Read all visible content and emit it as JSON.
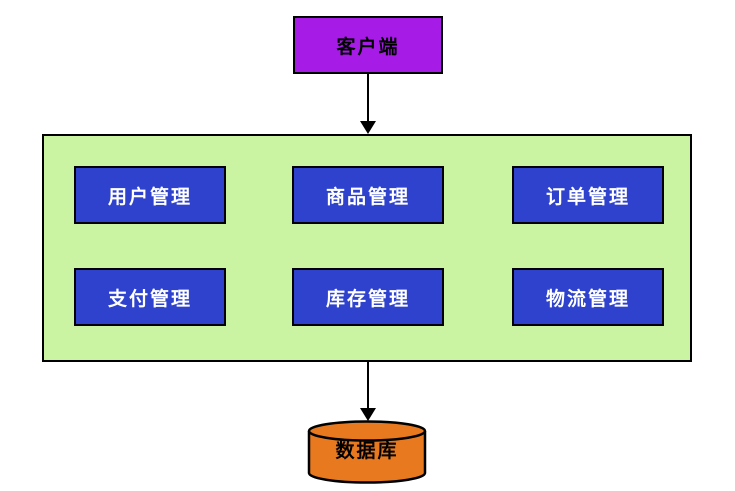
{
  "diagram": {
    "client": {
      "label": "客户端"
    },
    "modules": [
      {
        "label": "用户管理"
      },
      {
        "label": "商品管理"
      },
      {
        "label": "订单管理"
      },
      {
        "label": "支付管理"
      },
      {
        "label": "库存管理"
      },
      {
        "label": "物流管理"
      }
    ],
    "database": {
      "label": "数据库"
    },
    "colors": {
      "client_fill": "#A61CE6",
      "module_fill": "#2E42CE",
      "module_text": "#FFFFFF",
      "container_fill": "#CBF4A2",
      "database_fill": "#E9791F",
      "outline": "#000000",
      "background": "#FFFFFF"
    }
  }
}
